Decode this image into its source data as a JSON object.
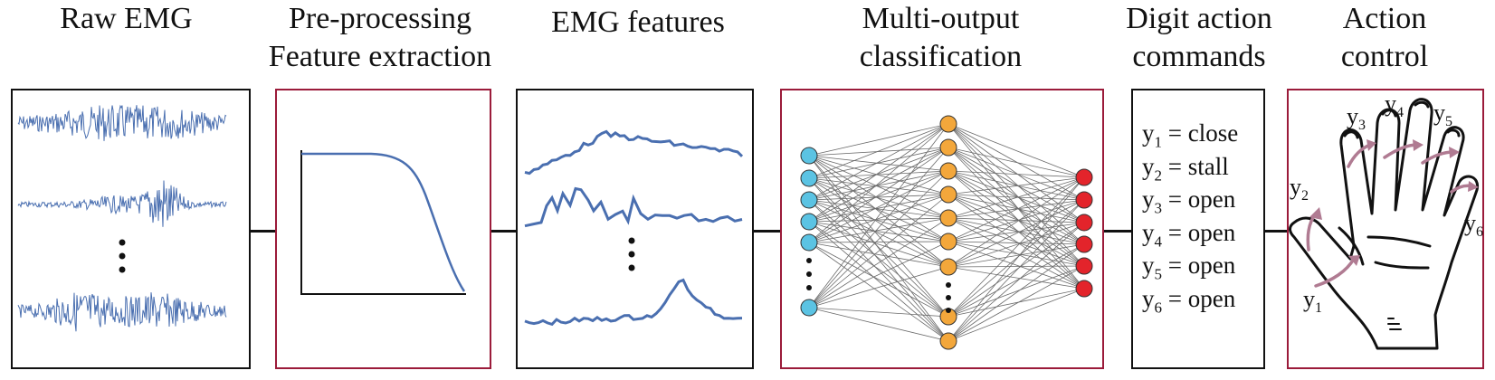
{
  "stages": {
    "raw_emg": {
      "title": "Raw EMG"
    },
    "preprocessing": {
      "title_line1": "Pre-processing",
      "title_line2": "Feature extraction"
    },
    "features": {
      "title": "EMG features"
    },
    "classification": {
      "title_line1": "Multi-output",
      "title_line2": "classification"
    },
    "commands": {
      "title_line1": "Digit action",
      "title_line2": "commands"
    },
    "control": {
      "title_line1": "Action",
      "title_line2": "control"
    }
  },
  "commands": [
    {
      "var": "y",
      "sub": "1",
      "text": " = close"
    },
    {
      "var": "y",
      "sub": "2",
      "text": " = stall"
    },
    {
      "var": "y",
      "sub": "3",
      "text": " = open"
    },
    {
      "var": "y",
      "sub": "4",
      "text": " = open"
    },
    {
      "var": "y",
      "sub": "5",
      "text": " = open"
    },
    {
      "var": "y",
      "sub": "6",
      "text": " = open"
    }
  ],
  "hand_labels": [
    {
      "var": "y",
      "sub": "1"
    },
    {
      "var": "y",
      "sub": "2"
    },
    {
      "var": "y",
      "sub": "3"
    },
    {
      "var": "y",
      "sub": "4"
    },
    {
      "var": "y",
      "sub": "5"
    },
    {
      "var": "y",
      "sub": "6"
    }
  ],
  "network": {
    "input_nodes": 6,
    "hidden_nodes": 9,
    "output_nodes": 6
  },
  "colors": {
    "signal": "#4a6fb0",
    "box_red": "#9b1b3a",
    "input_node": "#5bc3e3",
    "hidden_node": "#f3a73b",
    "output_node": "#e3242b",
    "arrow": "#b07b92"
  }
}
